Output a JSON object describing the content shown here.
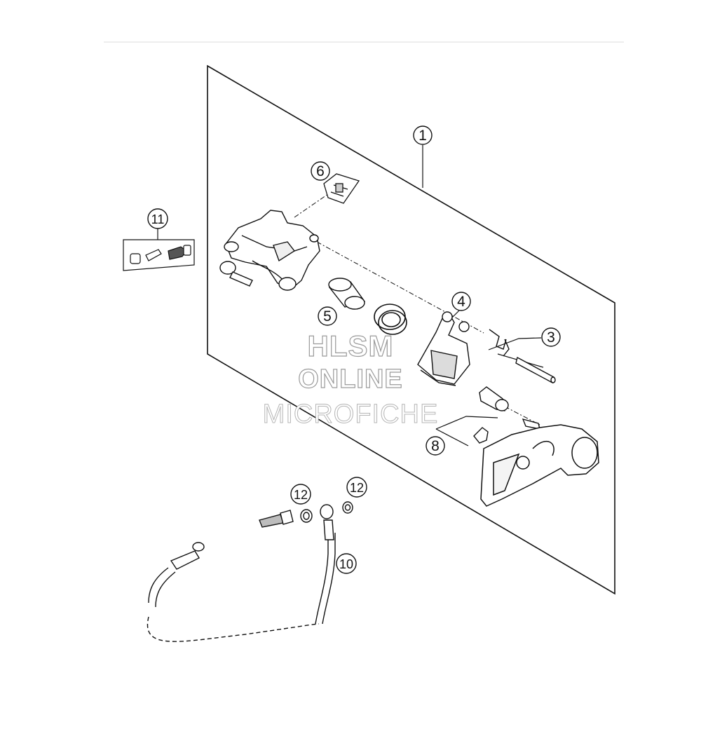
{
  "callouts": {
    "c1": "1",
    "c3": "3",
    "c4": "4",
    "c5": "5",
    "c6": "6",
    "c8": "8",
    "c10": "10",
    "c11": "11",
    "c12a": "12",
    "c12b": "12"
  },
  "watermark": {
    "line1": "HLSM",
    "line2": "ONLINE",
    "line3": "MICROFICHE"
  }
}
